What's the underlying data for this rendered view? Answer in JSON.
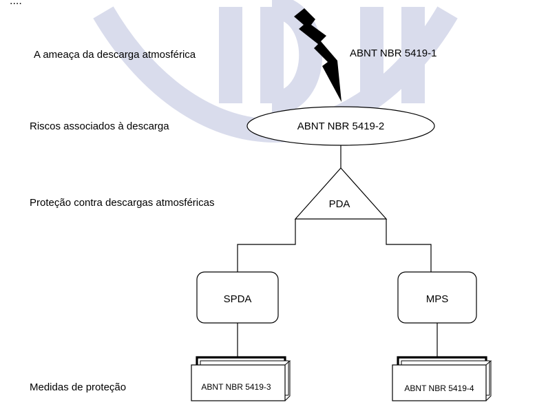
{
  "top_fragment": "....",
  "levels": {
    "threat_label": "A ameaça da descarga atmosférica",
    "risk_label": "Riscos associados à descarga",
    "protection_label": "Proteção contra descargas atmosféricas",
    "measures_label": "Medidas de proteção"
  },
  "nodes": {
    "threat_standard": "ABNT NBR 5419-1",
    "risk_standard": "ABNT NBR 5419-2",
    "pda": "PDA",
    "spda": "SPDA",
    "mps": "MPS",
    "spda_standard": "ABNT NBR 5419-3",
    "mps_standard": "ABNT NBR 5419-4"
  },
  "colors": {
    "ink": "#000000",
    "watermark": "#d9dcec",
    "background": "#ffffff"
  },
  "icons": {
    "lightning": "lightning-bolt-icon",
    "watermark": "idh-logo-watermark"
  }
}
